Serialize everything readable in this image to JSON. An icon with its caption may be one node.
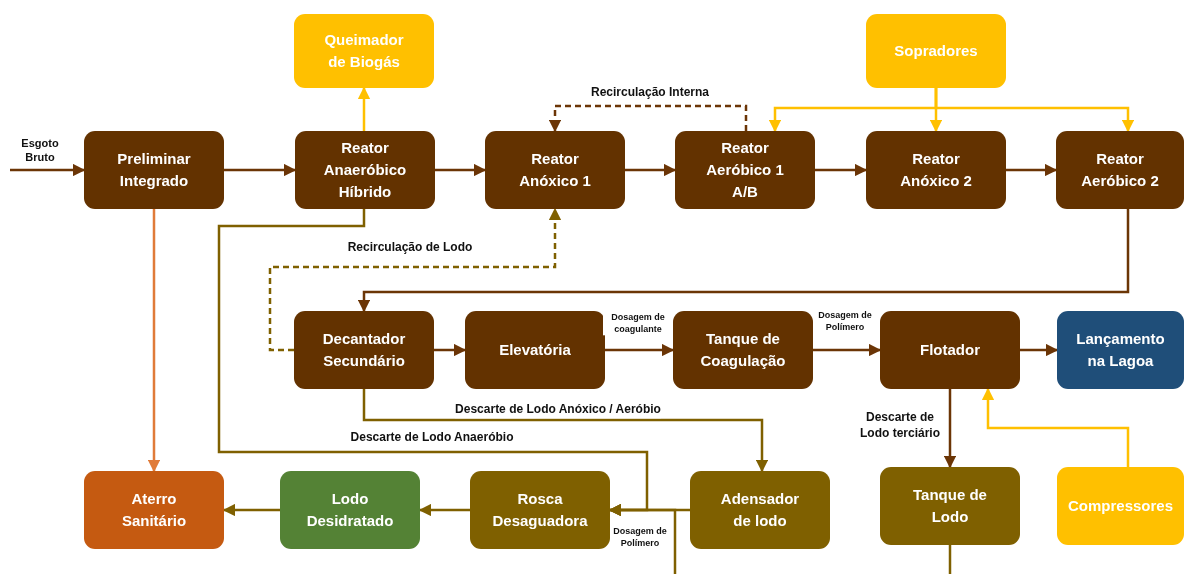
{
  "diagram": {
    "nodes": [
      {
        "text": [
          "Queimador de Biogás"
        ]
      },
      {
        "text": [
          "Sopradores"
        ]
      },
      {
        "text": [
          "Preliminar Integrado"
        ]
      },
      {
        "text": [
          "Reator Anaeróbico Híbrido"
        ]
      },
      {
        "text": [
          "Reator Anóxico 1"
        ]
      },
      {
        "text": [
          "Reator Aeróbico 1 A/B"
        ]
      },
      {
        "text": [
          "Reator Anóxico 2"
        ]
      },
      {
        "text": [
          "Reator Aeróbico 2"
        ]
      },
      {
        "text": [
          "Decantador Secundário"
        ]
      },
      {
        "text": [
          "Elevatória"
        ]
      },
      {
        "text": [
          "Tanque de Coagulação"
        ]
      },
      {
        "text": [
          "Flotador"
        ]
      },
      {
        "text": [
          "Lançamento na Lagoa"
        ]
      },
      {
        "text": [
          "Aterro Sanitário"
        ]
      },
      {
        "text": [
          "Lodo Desidratado"
        ]
      },
      {
        "text": [
          "Rosca Desaguadora"
        ]
      },
      {
        "text": [
          "Adensador de lodo"
        ]
      },
      {
        "text": [
          "Tanque de Lodo"
        ]
      },
      {
        "text": [
          "Compressores"
        ]
      }
    ],
    "edges": [
      {
        "from": null,
        "to": 2,
        "arrow": "to",
        "label": "Esgoto Bruto"
      },
      {
        "from": 2,
        "to": 3,
        "arrow": "to"
      },
      {
        "from": 3,
        "to": 0,
        "arrow": "to",
        "color": "#ffc000"
      },
      {
        "from": 3,
        "to": 4,
        "arrow": "to"
      },
      {
        "from": 4,
        "to": 5,
        "arrow": "to"
      },
      {
        "from": 5,
        "to": 6,
        "arrow": "to"
      },
      {
        "from": 6,
        "to": 7,
        "arrow": "to"
      },
      {
        "from": 5,
        "to": 4,
        "arrow": "to",
        "style": "dashed",
        "label": "Recirculação Interna"
      },
      {
        "from": 1,
        "to": 5,
        "arrow": "to",
        "color": "#ffc000"
      },
      {
        "from": 1,
        "to": 6,
        "arrow": "to",
        "color": "#ffc000"
      },
      {
        "from": 1,
        "to": 7,
        "arrow": "to",
        "color": "#ffc000"
      },
      {
        "from": 7,
        "to": 8,
        "arrow": "to"
      },
      {
        "from": 8,
        "to": 4,
        "arrow": "to",
        "style": "dashed",
        "color": "#7f6000",
        "label": "Recirculação de Lodo"
      },
      {
        "from": 8,
        "to": 9,
        "arrow": "to"
      },
      {
        "from": 9,
        "to": 10,
        "arrow": "to",
        "label": "Dosagem de coagulante"
      },
      {
        "from": 10,
        "to": 11,
        "arrow": "to",
        "label": "Dosagem de Polímero"
      },
      {
        "from": 11,
        "to": 12,
        "arrow": "to"
      },
      {
        "from": 11,
        "to": 17,
        "arrow": "to",
        "label": "Descarte de Lodo terciário"
      },
      {
        "from": 18,
        "to": 11,
        "arrow": "to",
        "color": "#ffc000"
      },
      {
        "from": 2,
        "to": 13,
        "arrow": "to",
        "color": "#e07b39"
      },
      {
        "from": 8,
        "to": 16,
        "arrow": "to",
        "color": "#7f6000",
        "label": "Descarte de Lodo Anóxico / Aeróbio"
      },
      {
        "from": 3,
        "to": 15,
        "arrow": "to",
        "color": "#7f6000",
        "label": "Descarte de Lodo Anaeróbio"
      },
      {
        "from": 16,
        "to": 15,
        "arrow": "to",
        "color": "#7f6000"
      },
      {
        "from": null,
        "to": 15,
        "arrow": "to",
        "color": "#7f6000",
        "label": "Dosagem de Polímero"
      },
      {
        "from": 15,
        "to": 14,
        "arrow": "to",
        "color": "#7f6000"
      },
      {
        "from": 14,
        "to": 13,
        "arrow": "to",
        "color": "#7f6000"
      },
      {
        "from": 17,
        "to": null,
        "arrow": "none",
        "color": "#7f6000"
      }
    ]
  }
}
